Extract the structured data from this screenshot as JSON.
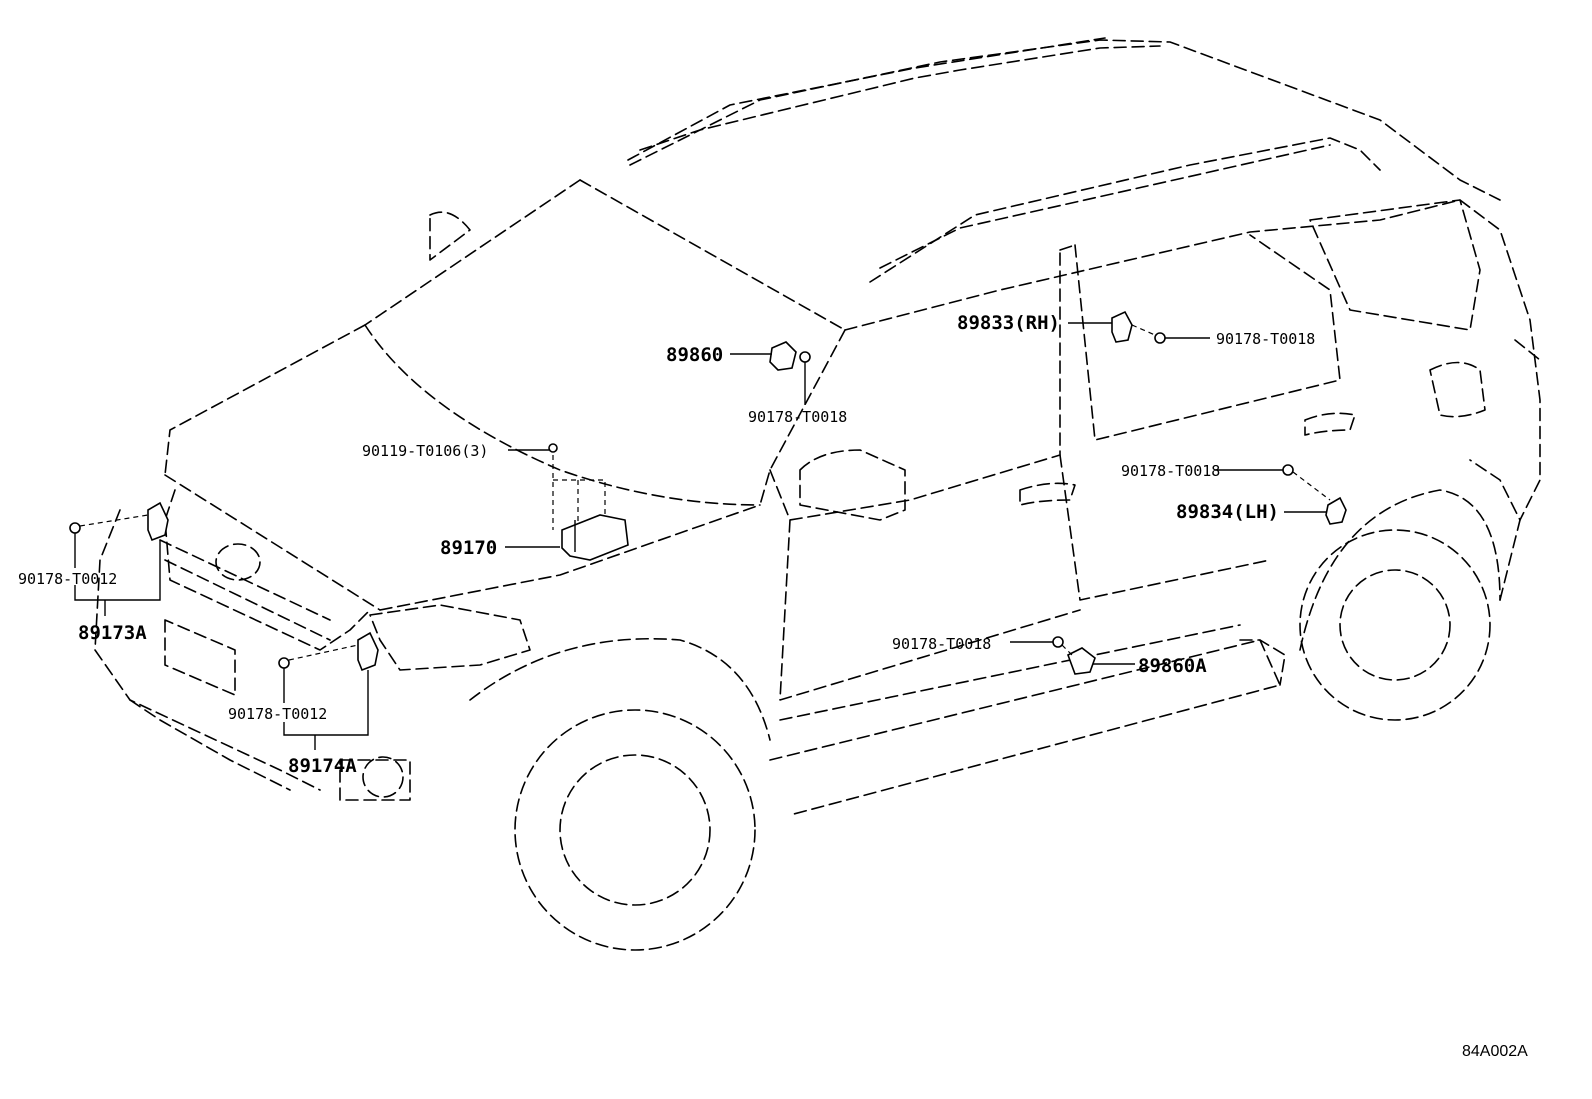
{
  "diagram_ref": "84A002A",
  "labels": {
    "p89860": "89860",
    "p90178_t0018_upper": "90178-T0018",
    "p90119": "90119-T0106(3)",
    "p89170": "89170",
    "p90178_t0012_left": "90178-T0012",
    "p89173a": "89173A",
    "p90178_t0012_center": "90178-T0012",
    "p89174a": "89174A",
    "p89833": "89833(RH)",
    "p90178_t0018_rh": "90178-T0018",
    "p90178_t0018_lh": "90178-T0018",
    "p89834": "89834(LH)",
    "p90178_t0018_lower": "90178-T0018",
    "p89860a": "89860A"
  }
}
